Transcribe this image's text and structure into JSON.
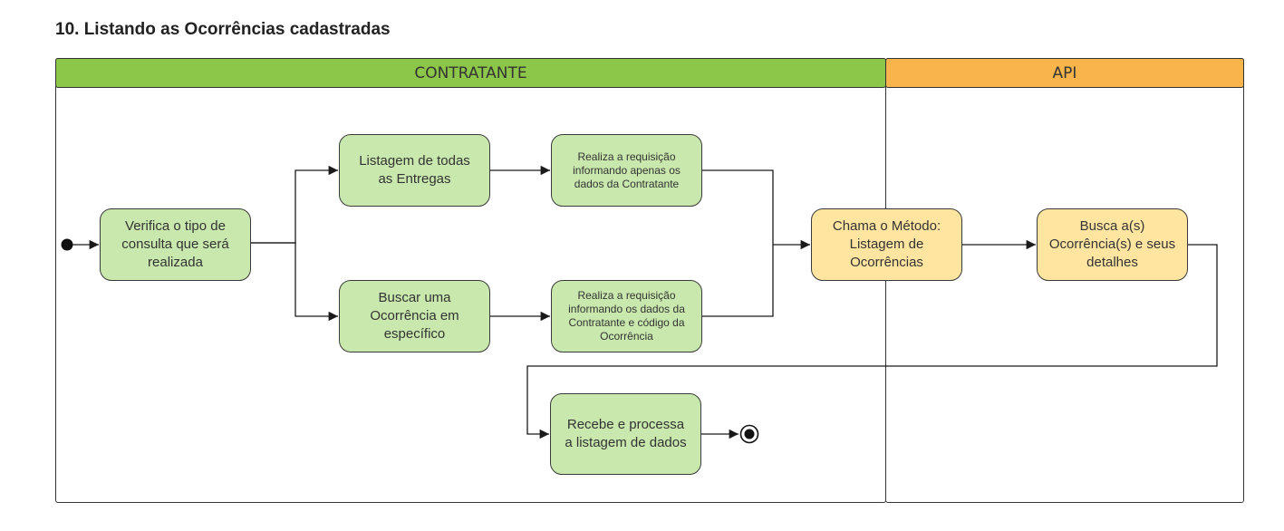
{
  "title": "10. Listando as Ocorrências cadastradas",
  "colors": {
    "contratante_header": "#8dc74a",
    "api_header": "#f9b54b",
    "green_node": "#c9e8ad",
    "yellow_node": "#ffe5a0",
    "line": "#1a1a1a"
  },
  "lanes": {
    "contratante": "CONTRATANTE",
    "api": "API"
  },
  "nodes": {
    "verifica": "Verifica o tipo de\nconsulta que será\nrealizada",
    "listagem_entregas": "Listagem de todas\nas Entregas",
    "buscar_ocorrencia": "Buscar uma\nOcorrência em\nespecífico",
    "requisicao_contratante": "Realiza a requisição\ninformando apenas os\ndados da Contratante",
    "requisicao_codigo": "Realiza a requisição\ninformando os dados da\nContratante e código da\nOcorrência",
    "chama_metodo": "Chama o Método:\nListagem de\nOcorrências",
    "busca_ocorrencias": "Busca a(s)\nOcorrência(s) e seus\ndetalhes",
    "recebe_processa": "Recebe e processa\na listagem de dados"
  }
}
